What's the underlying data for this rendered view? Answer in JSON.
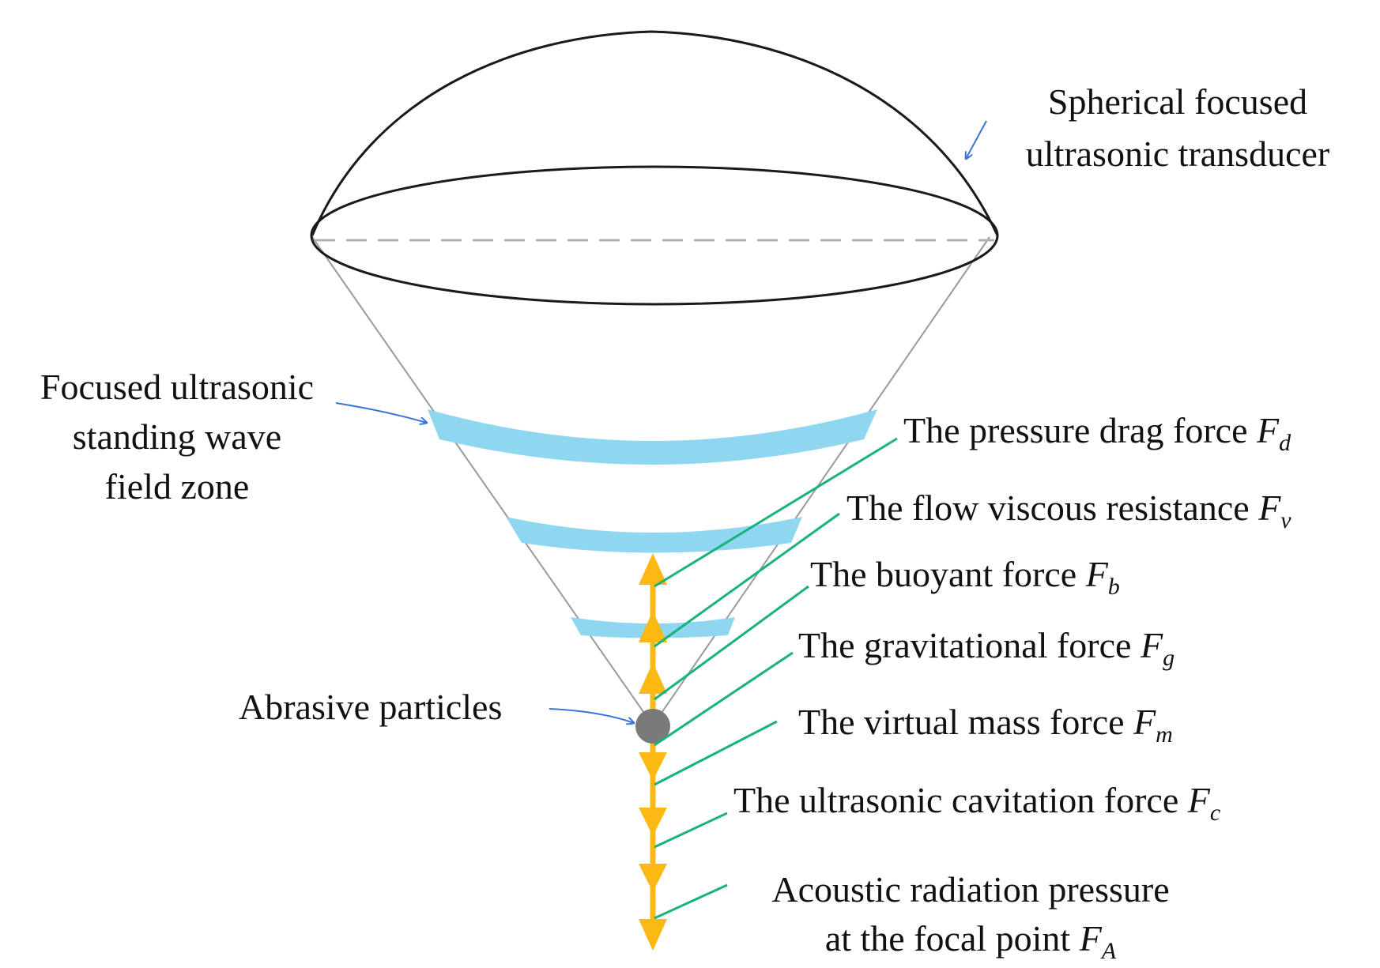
{
  "labels": {
    "transducer": [
      "Spherical focused",
      "ultrasonic transducer"
    ],
    "wave_zone": [
      "Focused ultrasonic",
      "standing wave",
      "field zone"
    ],
    "particles": "Abrasive particles"
  },
  "forces": [
    {
      "id": "drag",
      "text": "The pressure drag force ",
      "symbol": "F",
      "subscript": "d",
      "direction": "up"
    },
    {
      "id": "viscous",
      "text": "The flow viscous resistance ",
      "symbol": "F",
      "subscript": "v",
      "direction": "up"
    },
    {
      "id": "buoyant",
      "text": "The buoyant force ",
      "symbol": "F",
      "subscript": "b",
      "direction": "up"
    },
    {
      "id": "gravitational",
      "text": "The gravitational force ",
      "symbol": "F",
      "subscript": "g",
      "direction": "down"
    },
    {
      "id": "virtual-mass",
      "text": "The virtual mass force ",
      "symbol": "F",
      "subscript": "m",
      "direction": "down"
    },
    {
      "id": "cavitation",
      "text": "The ultrasonic cavitation force ",
      "symbol": "F",
      "subscript": "c",
      "direction": "down"
    },
    {
      "id": "radiation",
      "text": [
        "Acoustic radiation pressure",
        "at the focal point "
      ],
      "symbol": "F",
      "subscript": "A",
      "direction": "down"
    }
  ],
  "colors": {
    "outline": "#1a1a1a",
    "cone": "#9a9a9a",
    "dashed": "#b0b0b0",
    "wave_band": "#8fd6f0",
    "arrow": "#fcb813",
    "leader": "#16b37a",
    "pointer": "#3a74d8",
    "particle": "#7a7a7a"
  }
}
